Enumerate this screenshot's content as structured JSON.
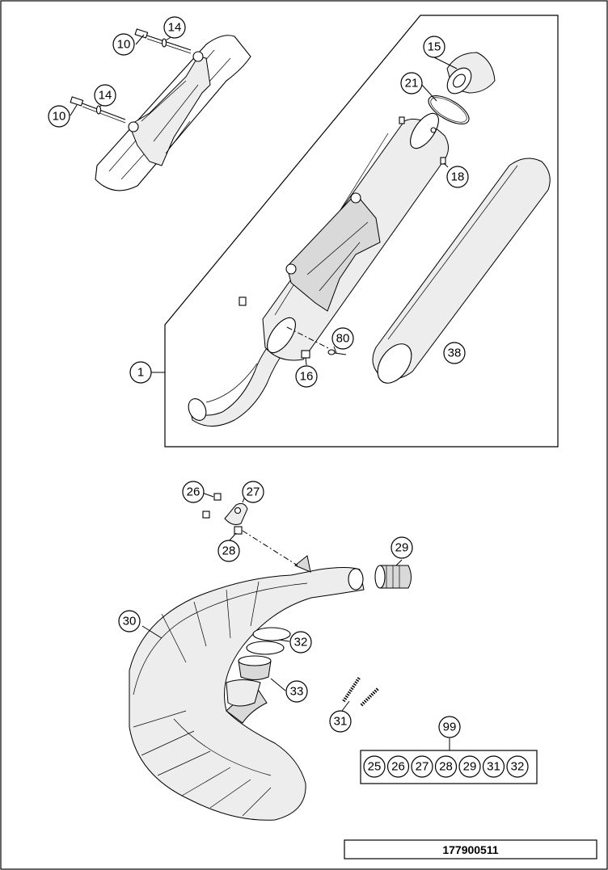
{
  "callouts": {
    "c10a": "10",
    "c14a": "14",
    "c10b": "10",
    "c14b": "14",
    "c15": "15",
    "c21": "21",
    "c18": "18",
    "c80": "80",
    "c16": "16",
    "c38": "38",
    "c1": "1",
    "c26": "26",
    "c27": "27",
    "c28": "28",
    "c29": "29",
    "c30": "30",
    "c32": "32",
    "c33": "33",
    "c31": "31",
    "c99": "99"
  },
  "kit": [
    "25",
    "26",
    "27",
    "28",
    "29",
    "31",
    "32"
  ],
  "part_number": "177900511"
}
